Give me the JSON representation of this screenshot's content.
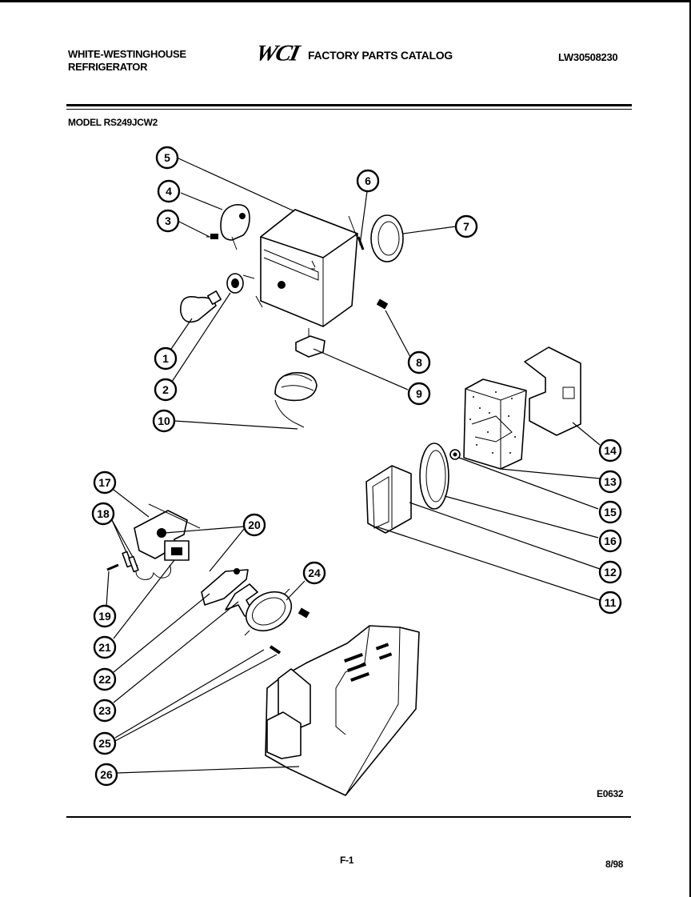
{
  "header": {
    "brand_line1": "WHITE-WESTINGHOUSE",
    "brand_line2": "REFRIGERATOR",
    "logo_text": "WCI",
    "catalog_title": "FACTORY PARTS CATALOG",
    "catalog_code": "LW30508230"
  },
  "model_label": "MODEL RS249JCW2",
  "diagram_code": "E0632",
  "footer": {
    "page_number": "F-1",
    "date_code": "8/98"
  },
  "callouts": [
    "1",
    "2",
    "3",
    "4",
    "5",
    "6",
    "7",
    "8",
    "9",
    "10",
    "11",
    "12",
    "13",
    "14",
    "15",
    "16",
    "17",
    "18",
    "19",
    "20",
    "21",
    "22",
    "23",
    "24",
    "25",
    "26"
  ]
}
